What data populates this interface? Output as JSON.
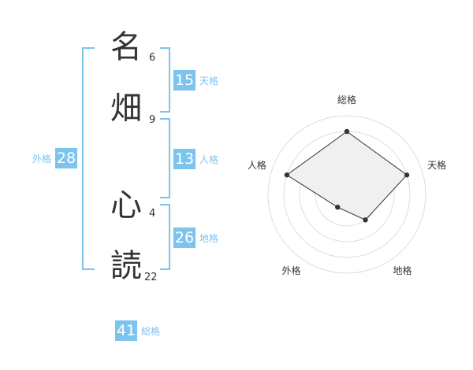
{
  "characters": [
    {
      "char": "名",
      "strokes": "6"
    },
    {
      "char": "畑",
      "strokes": "9"
    },
    {
      "char": "心",
      "strokes": "4"
    },
    {
      "char": "読",
      "strokes": "22"
    }
  ],
  "scores": {
    "tenkaku": {
      "value": "15",
      "label": "天格"
    },
    "jinkaku": {
      "value": "13",
      "label": "人格"
    },
    "chikaku": {
      "value": "26",
      "label": "地格"
    },
    "gaikaku": {
      "value": "28",
      "label": "外格"
    },
    "soukaku": {
      "value": "41",
      "label": "総格"
    }
  },
  "colors": {
    "accent": "#7cc4ee",
    "text": "#333333",
    "radar_fill": "#f0f0f0",
    "radar_grid": "#dddddd"
  },
  "chart_data": {
    "type": "radar",
    "categories": [
      "総格",
      "天格",
      "地格",
      "外格",
      "人格"
    ],
    "values": [
      4,
      4,
      2,
      1,
      4
    ],
    "rmax": 5,
    "grid_levels": 5
  }
}
